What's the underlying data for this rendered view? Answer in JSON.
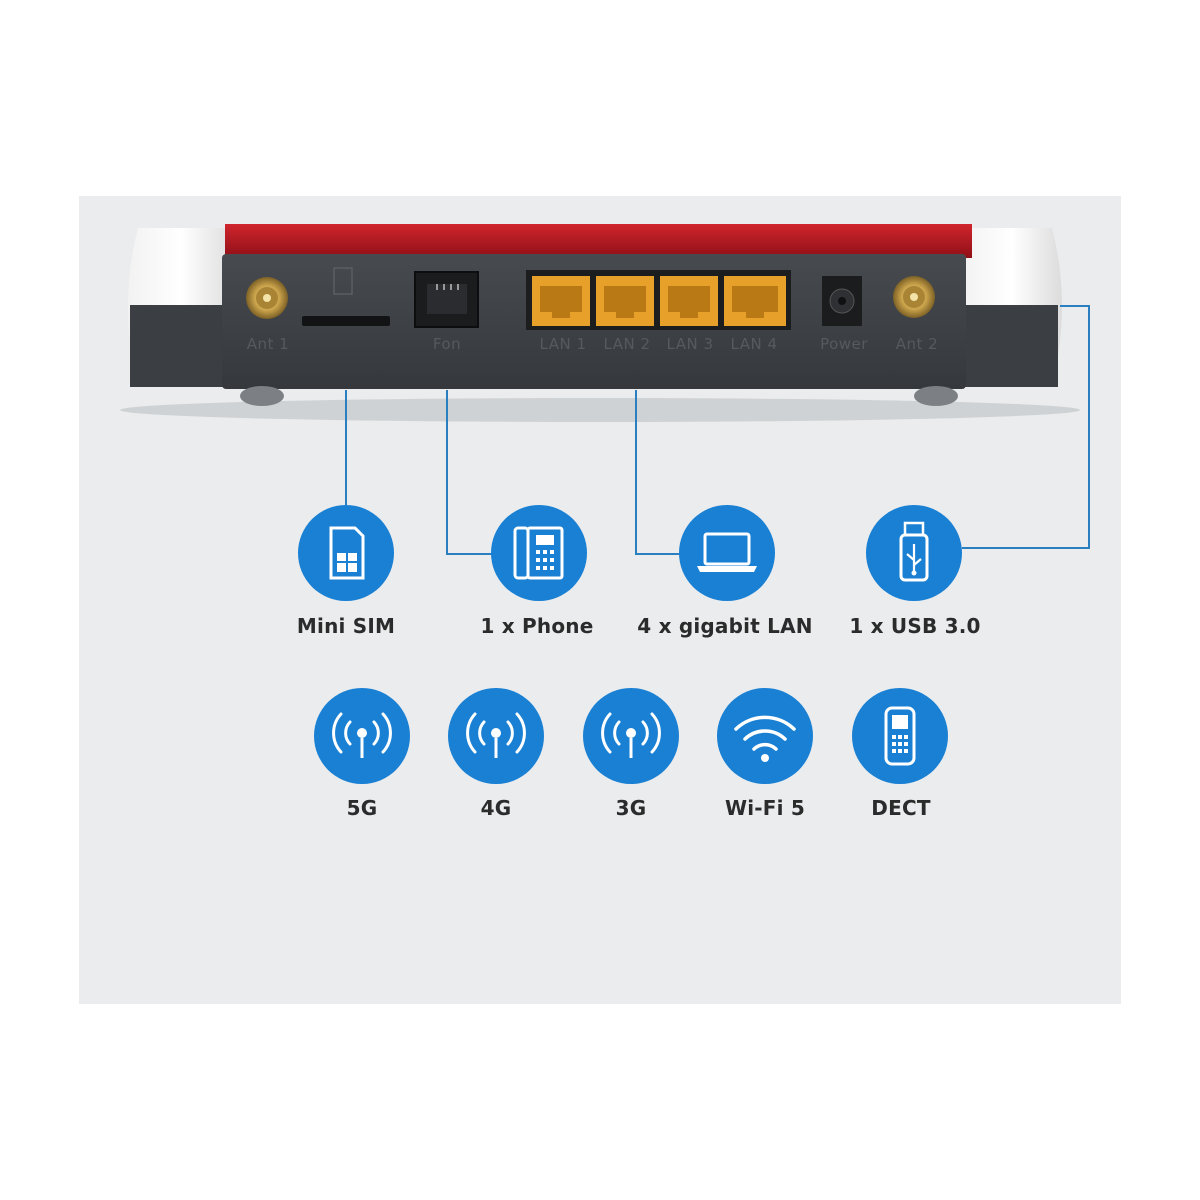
{
  "router": {
    "port_labels": {
      "ant1": "Ant 1",
      "fon": "Fon",
      "lan1": "LAN 1",
      "lan2": "LAN 2",
      "lan3": "LAN 3",
      "lan4": "LAN 4",
      "power": "Power",
      "ant2": "Ant 2"
    }
  },
  "features": {
    "mini_sim": "Mini SIM",
    "phone": "1 x Phone",
    "lan": "4 x gigabit LAN",
    "usb": "1 x USB 3.0",
    "g5": "5G",
    "g4": "4G",
    "g3": "3G",
    "wifi": "Wi-Fi 5",
    "dect": "DECT"
  },
  "colors": {
    "icon_blue": "#1a80d4",
    "router_red": "#b5121b",
    "router_body": "#3d4146",
    "lan_port": "#e7a12a",
    "connector_line": "#2a7fc1"
  }
}
